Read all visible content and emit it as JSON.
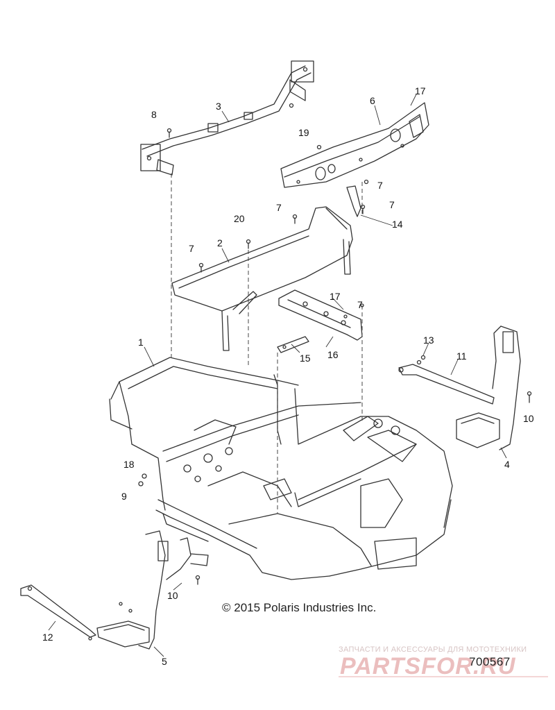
{
  "callouts": [
    "1",
    "2",
    "3",
    "4",
    "5",
    "6",
    "7",
    "7",
    "7",
    "7",
    "7",
    "8",
    "9",
    "10",
    "10",
    "11",
    "12",
    "13",
    "14",
    "15",
    "16",
    "17",
    "17",
    "18",
    "19",
    "20"
  ],
  "copyright": "© 2015 Polaris Industries Inc.",
  "part_number": "700567",
  "watermark": {
    "tagline": "ЗАПЧАСТИ И АКСЕССУАРЫ ДЛЯ МОТОТЕХНИКИ",
    "logo": "PARTSFOR.RU"
  },
  "colors": {
    "line": "#333333",
    "watermark": "#e05050"
  }
}
